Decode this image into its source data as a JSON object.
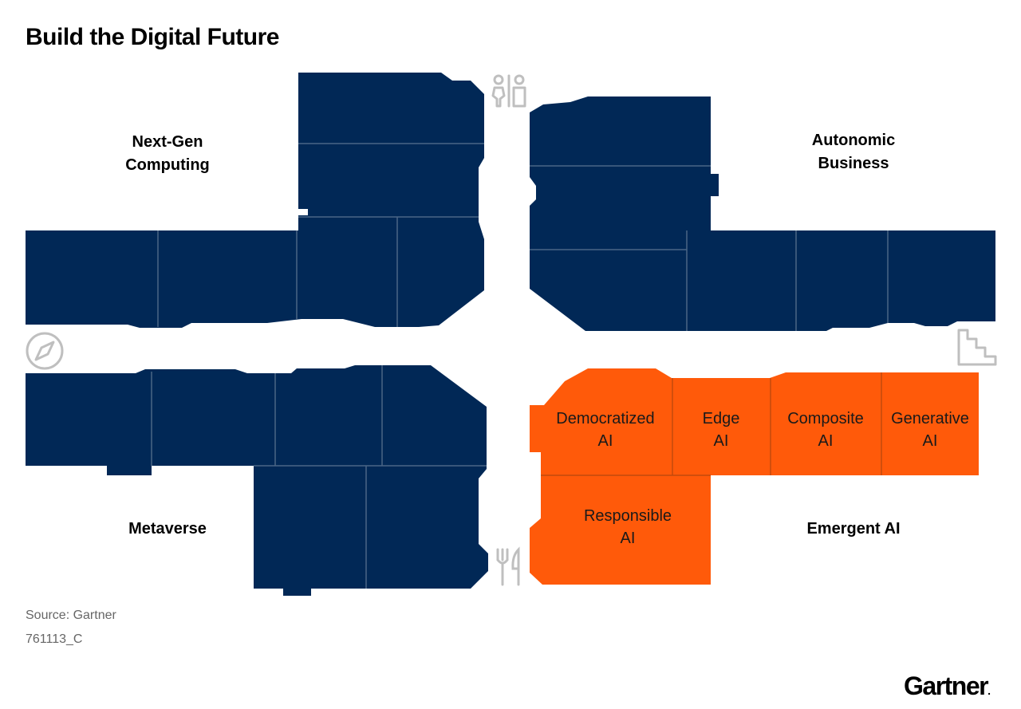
{
  "title": "Build the Digital Future",
  "colors": {
    "block": "#012856",
    "highlight": "#ff5a0a",
    "icon": "#bfbfbf",
    "divider_on_block": "#4b6585",
    "divider_on_highlight": "#c24a0c"
  },
  "quadrants": {
    "top_left": "Next-Gen\nComputing",
    "top_right": "Autonomic\nBusiness",
    "bottom_left": "Metaverse",
    "bottom_right": "Emergent AI"
  },
  "rooms": [
    "Democratized\nAI",
    "Edge\nAI",
    "Composite\nAI",
    "Generative\nAI",
    "Responsible\nAI"
  ],
  "icons": [
    "restroom-icon",
    "compass-icon",
    "stairs-icon",
    "dining-icon"
  ],
  "footer": {
    "source": "Source: Gartner",
    "code": "761113_C"
  },
  "logo": {
    "name": "Gartner",
    "dot": "."
  }
}
